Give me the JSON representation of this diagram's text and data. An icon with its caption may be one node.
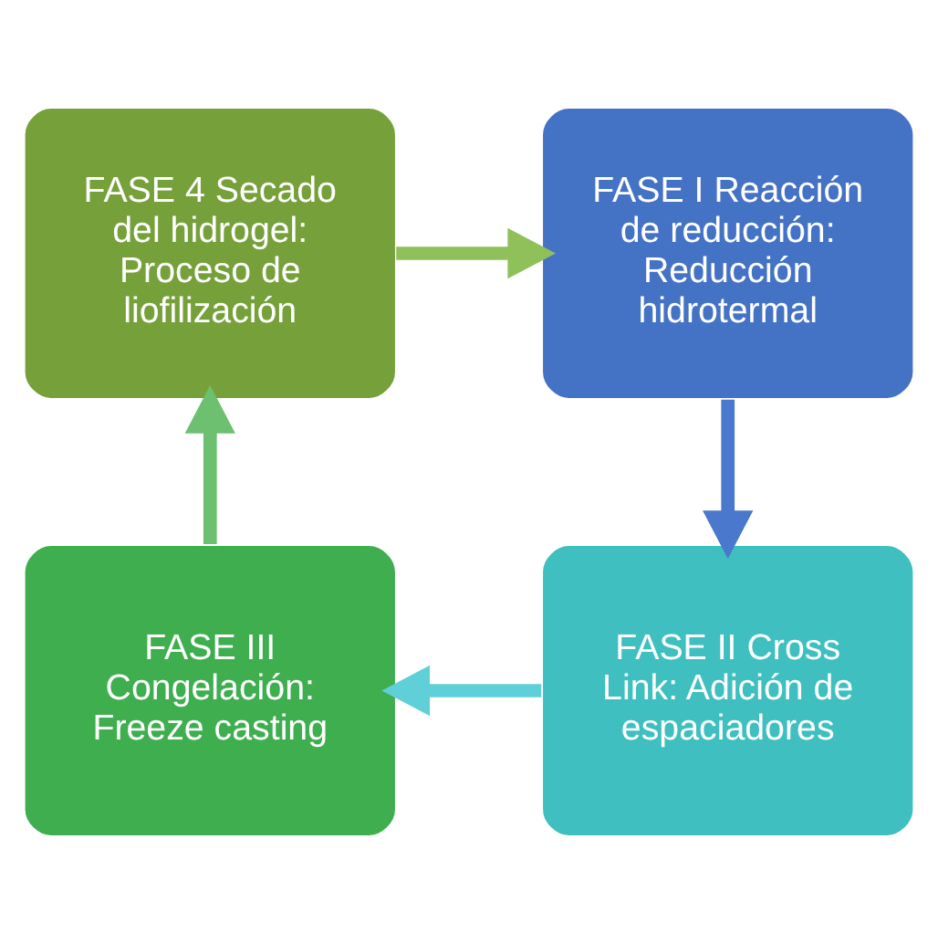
{
  "diagram": {
    "nodes": [
      {
        "text": [
          "FASE 4 Secado del hidrogel: Proceso de liofilización"
        ]
      },
      {
        "text": [
          "FASE I Reacción de reducción: Reducción hidrotermal"
        ]
      },
      {
        "text": [
          "FASE III Congelación: Freeze casting"
        ]
      },
      {
        "text": [
          "FASE II Cross Link: Adición de espaciadores"
        ]
      }
    ],
    "edges": [
      {
        "from": 0,
        "to": 1,
        "arrow": "to",
        "color": "#8fc05a"
      },
      {
        "from": 1,
        "to": 3,
        "arrow": "to",
        "color": "#4a78cc"
      },
      {
        "from": 3,
        "to": 2,
        "arrow": "to",
        "color": "#5fd0d8"
      },
      {
        "from": 2,
        "to": 0,
        "arrow": "to",
        "color": "#6cc070"
      }
    ]
  }
}
